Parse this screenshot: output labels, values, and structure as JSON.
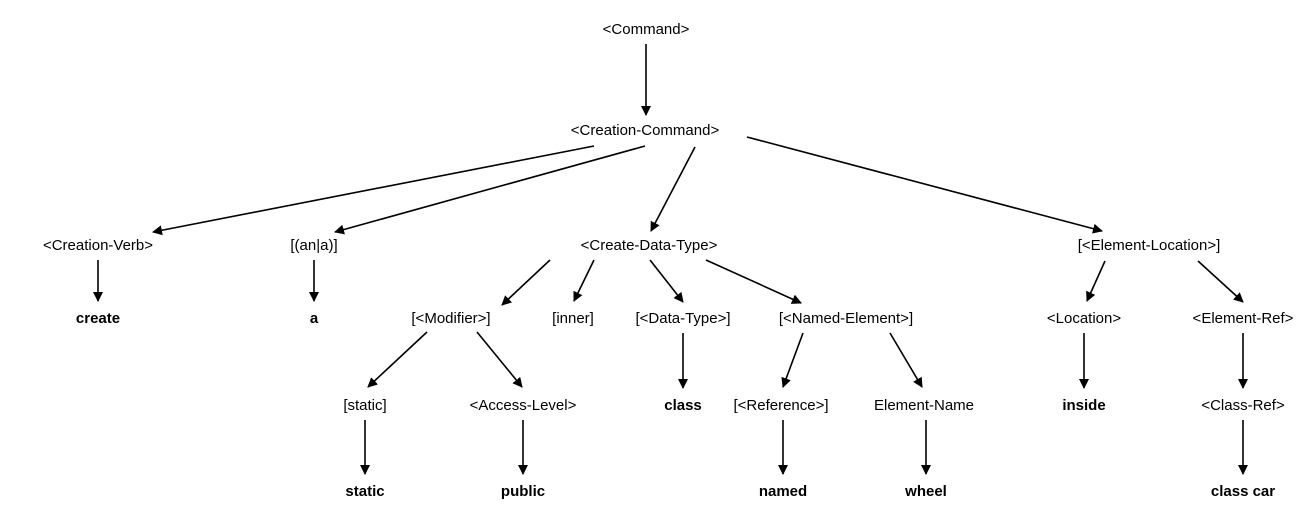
{
  "diagram": {
    "nodes": {
      "command": "<Command>",
      "creation_command": "<Creation-Command>",
      "creation_verb": "<Creation-Verb>",
      "an_a": "[(an|a)]",
      "create_data_type": "<Create-Data-Type>",
      "element_location": "[<Element-Location>]",
      "create": "create",
      "a": "a",
      "modifier": "[<Modifier>]",
      "inner": "[inner]",
      "data_type": "[<Data-Type>]",
      "named_element": "[<Named-Element>]",
      "location": "<Location>",
      "element_ref": "<Element-Ref>",
      "static_opt": "[static]",
      "access_level": "<Access-Level>",
      "class": "class",
      "reference": "[<Reference>]",
      "element_name": "Element-Name",
      "inside": "inside",
      "class_ref": "<Class-Ref>",
      "static": "static",
      "public": "public",
      "named": "named",
      "wheel": "wheel",
      "class_car": "class car"
    },
    "edges": [
      [
        "command",
        "creation_command"
      ],
      [
        "creation_command",
        "creation_verb"
      ],
      [
        "creation_command",
        "an_a"
      ],
      [
        "creation_command",
        "create_data_type"
      ],
      [
        "creation_command",
        "element_location"
      ],
      [
        "creation_verb",
        "create"
      ],
      [
        "an_a",
        "a"
      ],
      [
        "create_data_type",
        "modifier"
      ],
      [
        "create_data_type",
        "inner"
      ],
      [
        "create_data_type",
        "data_type"
      ],
      [
        "create_data_type",
        "named_element"
      ],
      [
        "modifier",
        "static_opt"
      ],
      [
        "modifier",
        "access_level"
      ],
      [
        "static_opt",
        "static"
      ],
      [
        "access_level",
        "public"
      ],
      [
        "data_type",
        "class"
      ],
      [
        "named_element",
        "reference"
      ],
      [
        "named_element",
        "element_name"
      ],
      [
        "reference",
        "named"
      ],
      [
        "element_name",
        "wheel"
      ],
      [
        "element_location",
        "location"
      ],
      [
        "element_location",
        "element_ref"
      ],
      [
        "location",
        "inside"
      ],
      [
        "element_ref",
        "class_ref"
      ],
      [
        "class_ref",
        "class_car"
      ]
    ]
  }
}
